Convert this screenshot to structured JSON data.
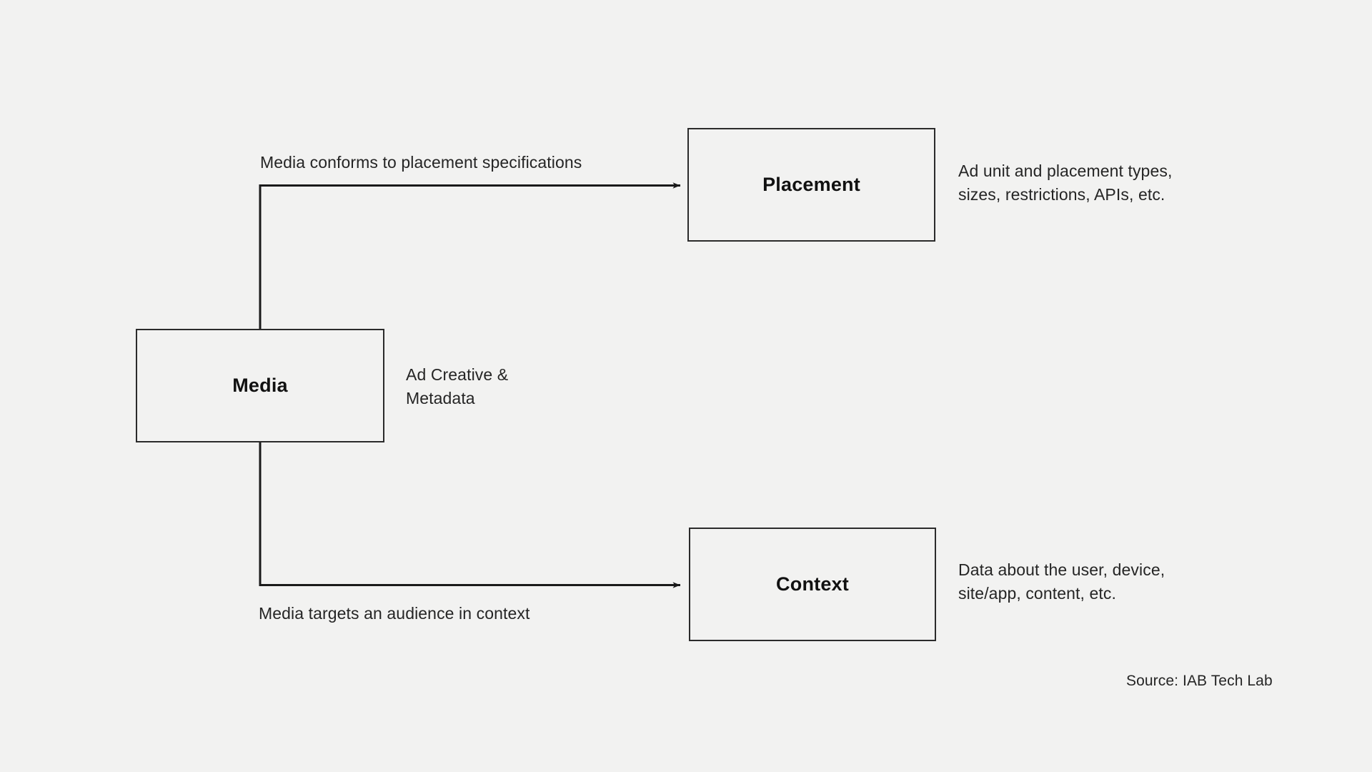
{
  "meta": {
    "background_color": "#f2f2f1",
    "stroke_color": "#2b2b2b",
    "text_color": "#252525"
  },
  "nodes": [
    {
      "id": "media",
      "label": "Media"
    },
    {
      "id": "placement",
      "label": "Placement"
    },
    {
      "id": "context",
      "label": "Context"
    }
  ],
  "edges": [
    {
      "id": "media-to-placement",
      "from": "media",
      "to": "placement",
      "label": "Media conforms to placement specifications"
    },
    {
      "id": "media-to-context",
      "from": "media",
      "to": "context",
      "label": "Media targets an audience in context"
    }
  ],
  "annotations": {
    "media": {
      "line1": "Ad Creative &",
      "line2": "Metadata"
    },
    "placement": {
      "line1": "Ad unit and placement types,",
      "line2": "sizes, restrictions, APIs, etc."
    },
    "context": {
      "line1": "Data about the user, device,",
      "line2": "site/app, content, etc."
    }
  },
  "source": {
    "credit": "Source: IAB Tech Lab"
  }
}
